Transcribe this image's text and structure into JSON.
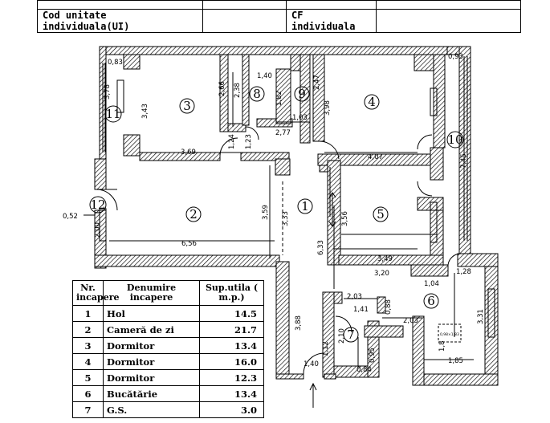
{
  "header": {
    "row1_left": "",
    "row1_right": "",
    "cod_label": "Cod unitate individuala(UI)",
    "cf_label": "CF individuala"
  },
  "room_numbers": [
    "1",
    "2",
    "3",
    "4",
    "5",
    "6",
    "7",
    "8",
    "9",
    "10",
    "11",
    "12"
  ],
  "dimensions": {
    "d083": "0,83",
    "d093": "0,93",
    "d378": "3,78",
    "d343": "3,43",
    "d266": "2,66",
    "d238": "2,38",
    "d140a": "1,40",
    "d182": "1,82",
    "d247": "2,47",
    "d398": "3,98",
    "d103": "1,03",
    "d277": "2,77",
    "d124": "1,24",
    "d123": "1,23",
    "d369": "3,69",
    "d407": "4,07",
    "d745": "7,45",
    "d052": "0,52",
    "d200": "2,00",
    "d359": "3,59",
    "d333": "3,33",
    "d656": "6,56",
    "d356": "3,56",
    "d633": "6,33",
    "d349": "3,49",
    "d320": "3,20",
    "d104": "1,04",
    "d128": "1,28",
    "d203a": "2,03",
    "d141": "1,41",
    "d088": "0,88",
    "d203b": "2,03",
    "d331": "3,31",
    "d388": "3,88",
    "d210": "2,10",
    "d095": "0,95",
    "d180": "1,8",
    "d185": "1,85",
    "d112": "1,12",
    "d140b": "1,40",
    "d084": "0,84",
    "dsmall": "0,98×1,83"
  },
  "legend": {
    "col_nr": "Nr. incapere",
    "col_name": "Denumire incapere",
    "col_area": "Sup.utila ( m.p.)",
    "rows": [
      {
        "nr": "1",
        "name": "Hol",
        "area": "14.5"
      },
      {
        "nr": "2",
        "name": "Cameră de zi",
        "area": "21.7"
      },
      {
        "nr": "3",
        "name": "Dormitor",
        "area": "13.4"
      },
      {
        "nr": "4",
        "name": "Dormitor",
        "area": "16.0"
      },
      {
        "nr": "5",
        "name": "Dormitor",
        "area": "12.3"
      },
      {
        "nr": "6",
        "name": "Bucătărie",
        "area": "13.4"
      },
      {
        "nr": "7",
        "name": "G.S.",
        "area": "3.0"
      }
    ]
  },
  "colors": {
    "ink": "#000000",
    "paper": "#ffffff",
    "hatch": "#000000"
  }
}
